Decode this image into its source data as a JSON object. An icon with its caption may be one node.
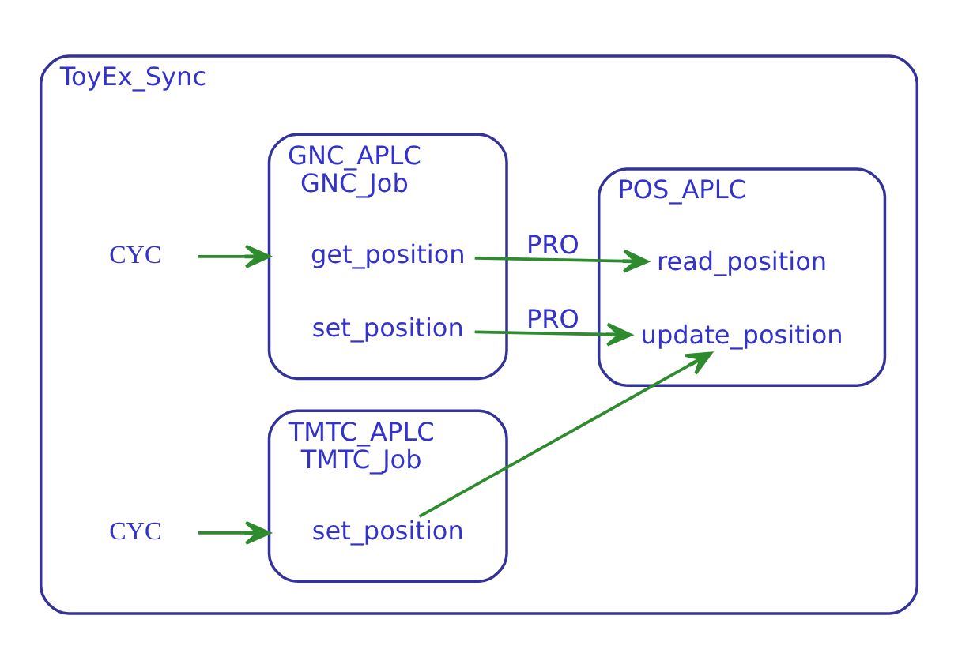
{
  "diagram": {
    "nodes": [
      {
        "text": [
          "ToyEx_Sync"
        ]
      },
      {
        "text": [
          "GNC_APLC",
          "GNC_Job"
        ],
        "in": 0
      },
      {
        "text": [
          "get_position"
        ],
        "in": 1
      },
      {
        "text": [
          "set_position"
        ],
        "in": 1
      },
      {
        "text": [
          "TMTC_APLC",
          "TMTC_Job"
        ],
        "in": 0
      },
      {
        "text": [
          "set_position"
        ],
        "in": 4
      },
      {
        "text": [
          "POS_APLC"
        ],
        "in": 0
      },
      {
        "text": [
          "read_position"
        ],
        "in": 6
      },
      {
        "text": [
          "update_position"
        ],
        "in": 6
      },
      {
        "text": [
          "CYC"
        ],
        "in": 0
      },
      {
        "text": [
          "CYC"
        ],
        "in": 0
      }
    ],
    "edges": [
      {
        "from": 9,
        "to": 1,
        "arrow": "to"
      },
      {
        "from": 10,
        "to": 4,
        "arrow": "to"
      },
      {
        "from": 2,
        "to": 7,
        "label": "PRO",
        "arrow": "to"
      },
      {
        "from": 3,
        "to": 8,
        "label": "PRO",
        "arrow": "to"
      },
      {
        "from": 5,
        "to": 8,
        "arrow": "to"
      }
    ]
  }
}
